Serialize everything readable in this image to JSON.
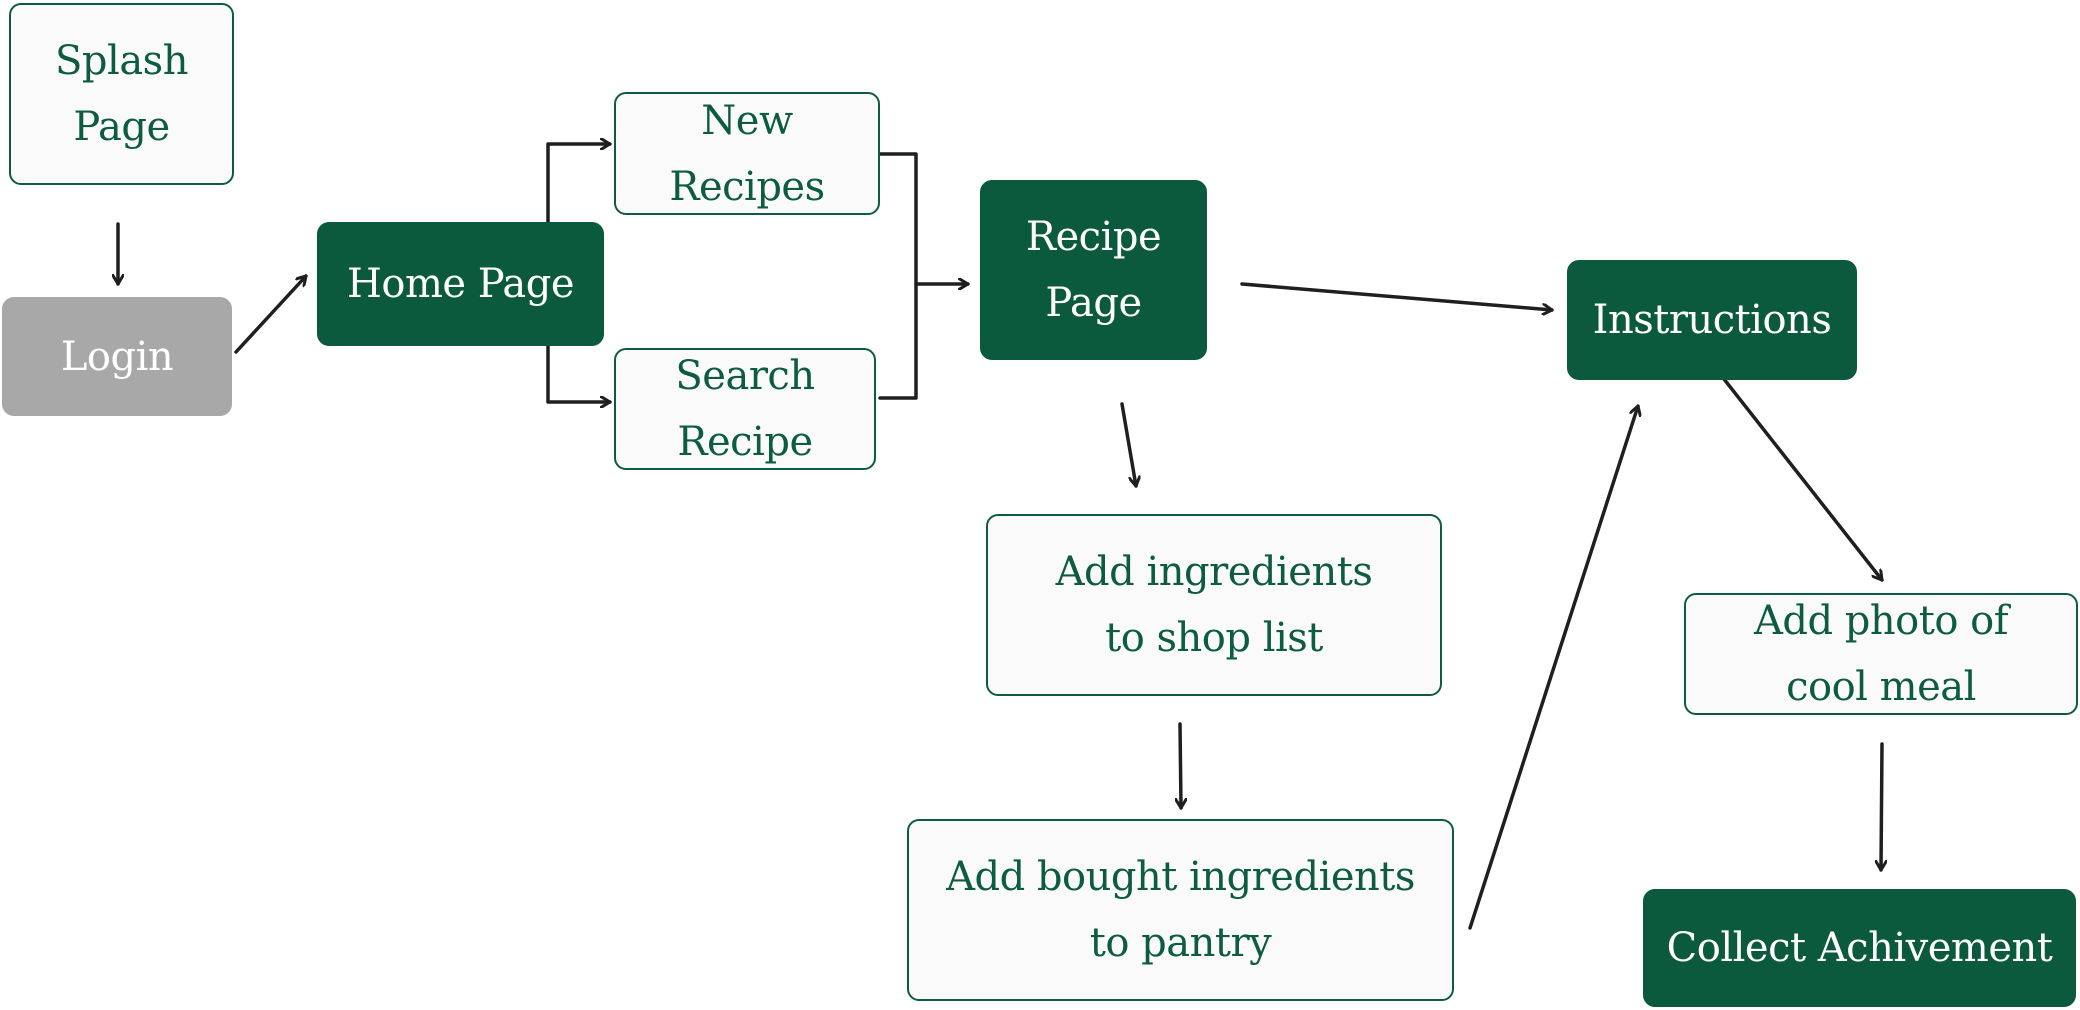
{
  "nodes": {
    "splash": "Splash Page",
    "login": "Login",
    "home": "Home Page",
    "new_recipes": "New Recipes",
    "search_recipe": "Search Recipe",
    "recipe_page": "Recipe Page",
    "instructions": "Instructions",
    "add_to_shop_list": "Add ingredients to shop list",
    "add_to_pantry": "Add bought ingredients to pantry",
    "add_photo": "Add photo of cool meal",
    "collect_achievement": "Collect Achivement"
  },
  "colors": {
    "accent": "#0b5a3e",
    "outline_text": "#0d5c40",
    "disabled": "#a8a8a8",
    "box_fill": "#fafafa",
    "arrow": "#1f1f1f"
  }
}
